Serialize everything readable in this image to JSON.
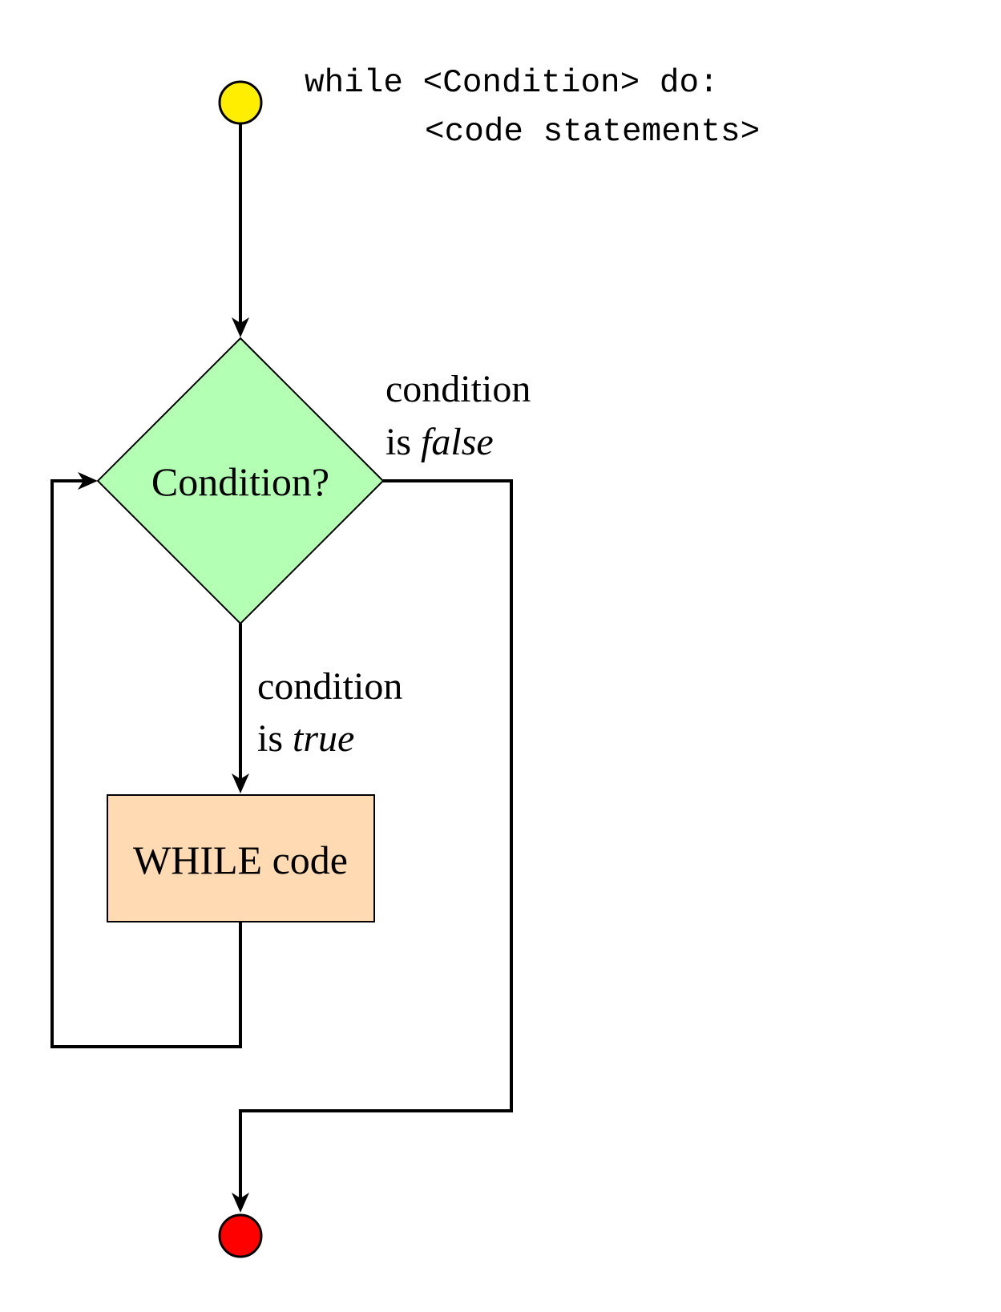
{
  "code": {
    "line1": "while <Condition> do:",
    "line2": "<code statements>"
  },
  "nodes": {
    "start": {
      "shape": "circle",
      "color": "#ffee00"
    },
    "decision": {
      "shape": "diamond",
      "text": "Condition?",
      "color": "#b3ffb3"
    },
    "body": {
      "shape": "rectangle",
      "text": "WHILE code",
      "color": "#ffdab3"
    },
    "end": {
      "shape": "circle",
      "color": "#ff0000"
    }
  },
  "edge_labels": {
    "false_prefix": "condition",
    "false_is": "is ",
    "false_word": "false",
    "true_prefix": "condition",
    "true_is": "is ",
    "true_word": "true"
  },
  "colors": {
    "stroke": "#000000",
    "background": "#ffffff"
  }
}
